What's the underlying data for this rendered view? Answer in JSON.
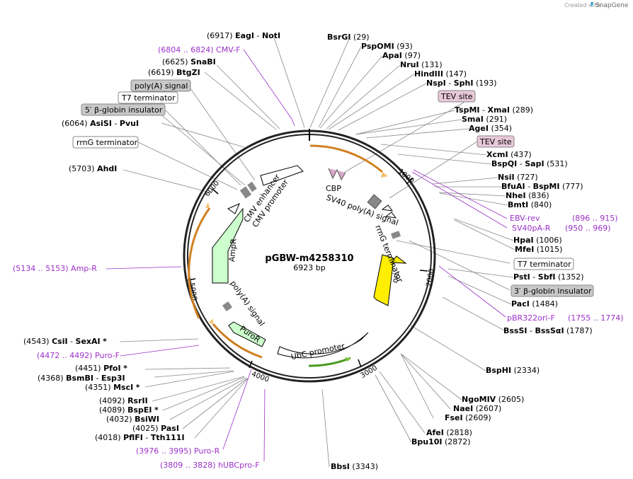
{
  "credit": {
    "text": "Created with",
    "brand": "SnapGene"
  },
  "plasmid": {
    "name": "pGBW-m4258310",
    "size": "6923 bp"
  },
  "ticks": [
    "1000",
    "2000",
    "3000",
    "4000",
    "5000",
    "6000"
  ],
  "sites": [
    {
      "pos": "(6917)",
      "name": "EagI",
      "sep": "-",
      "name2": "NotI",
      "star": ""
    },
    {
      "pos": "(6625)",
      "name": "SnaBI",
      "sep": "",
      "name2": "",
      "star": ""
    },
    {
      "pos": "(6619)",
      "name": "BtgZI",
      "sep": "",
      "name2": "",
      "star": ""
    },
    {
      "pos": "(6064)",
      "name": "AsiSI",
      "sep": "-",
      "name2": "PvuI",
      "star": ""
    },
    {
      "pos": "(5703)",
      "name": "AhdI",
      "sep": "",
      "name2": "",
      "star": ""
    },
    {
      "pos": "(4543)",
      "name": "CsiI",
      "sep": "-",
      "name2": "SexAI",
      "star": "*"
    },
    {
      "pos": "(4451)",
      "name": "PfoI",
      "sep": "",
      "name2": "",
      "star": "*"
    },
    {
      "pos": "(4368)",
      "name": "BsmBI",
      "sep": "-",
      "name2": "Esp3I",
      "star": ""
    },
    {
      "pos": "(4351)",
      "name": "MscI",
      "sep": "",
      "name2": "",
      "star": "*"
    },
    {
      "pos": "(4092)",
      "name": "RsrII",
      "sep": "",
      "name2": "",
      "star": ""
    },
    {
      "pos": "(4089)",
      "name": "BspEI",
      "sep": "",
      "name2": "",
      "star": "*"
    },
    {
      "pos": "(4032)",
      "name": "BsiWI",
      "sep": "",
      "name2": "",
      "star": ""
    },
    {
      "pos": "(4025)",
      "name": "PasI",
      "sep": "",
      "name2": "",
      "star": ""
    },
    {
      "pos": "(4018)",
      "name": "PflFI",
      "sep": "-",
      "name2": "Tth111I",
      "star": ""
    },
    {
      "pos": "(29)",
      "name": "BsrGI",
      "sep": "",
      "name2": "",
      "star": ""
    },
    {
      "pos": "(93)",
      "name": "PspOMI",
      "sep": "",
      "name2": "",
      "star": ""
    },
    {
      "pos": "(97)",
      "name": "ApaI",
      "sep": "",
      "name2": "",
      "star": ""
    },
    {
      "pos": "(131)",
      "name": "NruI",
      "sep": "",
      "name2": "",
      "star": ""
    },
    {
      "pos": "(147)",
      "name": "HindIII",
      "sep": "",
      "name2": "",
      "star": ""
    },
    {
      "pos": "(193)",
      "name": "NspI",
      "sep": "-",
      "name2": "SphI",
      "star": ""
    },
    {
      "pos": "(289)",
      "name": "TspMI",
      "sep": "-",
      "name2": "XmaI",
      "star": ""
    },
    {
      "pos": "(291)",
      "name": "SmaI",
      "sep": "",
      "name2": "",
      "star": ""
    },
    {
      "pos": "(354)",
      "name": "AgeI",
      "sep": "",
      "name2": "",
      "star": ""
    },
    {
      "pos": "(437)",
      "name": "XcmI",
      "sep": "",
      "name2": "",
      "star": ""
    },
    {
      "pos": "(531)",
      "name": "BspQI",
      "sep": "-",
      "name2": "SapI",
      "star": ""
    },
    {
      "pos": "(727)",
      "name": "NsiI",
      "sep": "",
      "name2": "",
      "star": ""
    },
    {
      "pos": "(777)",
      "name": "BfuAI",
      "sep": "-",
      "name2": "BspMI",
      "star": ""
    },
    {
      "pos": "(836)",
      "name": "NheI",
      "sep": "",
      "name2": "",
      "star": ""
    },
    {
      "pos": "(840)",
      "name": "BmtI",
      "sep": "",
      "name2": "",
      "star": ""
    },
    {
      "pos": "(1006)",
      "name": "HpaI",
      "sep": "",
      "name2": "",
      "star": ""
    },
    {
      "pos": "(1015)",
      "name": "MfeI",
      "sep": "",
      "name2": "",
      "star": ""
    },
    {
      "pos": "(1352)",
      "name": "PstI",
      "sep": "-",
      "name2": "SbfI",
      "star": ""
    },
    {
      "pos": "(1484)",
      "name": "PacI",
      "sep": "",
      "name2": "",
      "star": ""
    },
    {
      "pos": "(1787)",
      "name": "BssSI",
      "sep": "-",
      "name2": "BssSαI",
      "star": ""
    },
    {
      "pos": "(2334)",
      "name": "BspHI",
      "sep": "",
      "name2": "",
      "star": ""
    },
    {
      "pos": "(2605)",
      "name": "NgoMIV",
      "sep": "",
      "name2": "",
      "star": ""
    },
    {
      "pos": "(2607)",
      "name": "NaeI",
      "sep": "",
      "name2": "",
      "star": ""
    },
    {
      "pos": "(2609)",
      "name": "FseI",
      "sep": "",
      "name2": "",
      "star": ""
    },
    {
      "pos": "(2818)",
      "name": "AfeI",
      "sep": "",
      "name2": "",
      "star": ""
    },
    {
      "pos": "(2872)",
      "name": "Bpu10I",
      "sep": "",
      "name2": "",
      "star": ""
    },
    {
      "pos": "(3343)",
      "name": "BbsI",
      "sep": "",
      "name2": "",
      "star": ""
    }
  ],
  "primers": [
    "(6804 .. 6824)  CMV-F",
    "(5134 .. 5153)  Amp-R",
    "(4472 .. 4492)  Puro-F",
    "(3976 .. 3995)  Puro-R",
    "(3809 .. 3828)  hUBCpro-F",
    "EBV-rev",
    "(896 .. 915)",
    "SV40pA-R",
    "(950 .. 969)",
    "pBR322ori-F",
    "(1755 .. 1774)"
  ],
  "boxed_features": [
    "poly(A) signal",
    "T7 terminator",
    "5′ β-globin insulator",
    "rrnG terminator",
    "TEV site",
    "TEV site",
    "T7 terminator",
    "3′ β-globin insulator"
  ],
  "map_labels": [
    "CMV enhancer",
    "CMV promoter",
    "CBP",
    "SV40 poly(A) signal",
    "rrnG terminator",
    "ori",
    "AmpR",
    "poly(A) signal",
    "PuroR",
    "UbC promoter"
  ],
  "colors": {
    "primer": "#9b30c8",
    "ori": "#ffee00",
    "amp": "#ccffcc",
    "promoter": "#ffffff",
    "primer_bind": "#f0a030",
    "terminator": "#999999",
    "tev": "#e8c8d8"
  }
}
